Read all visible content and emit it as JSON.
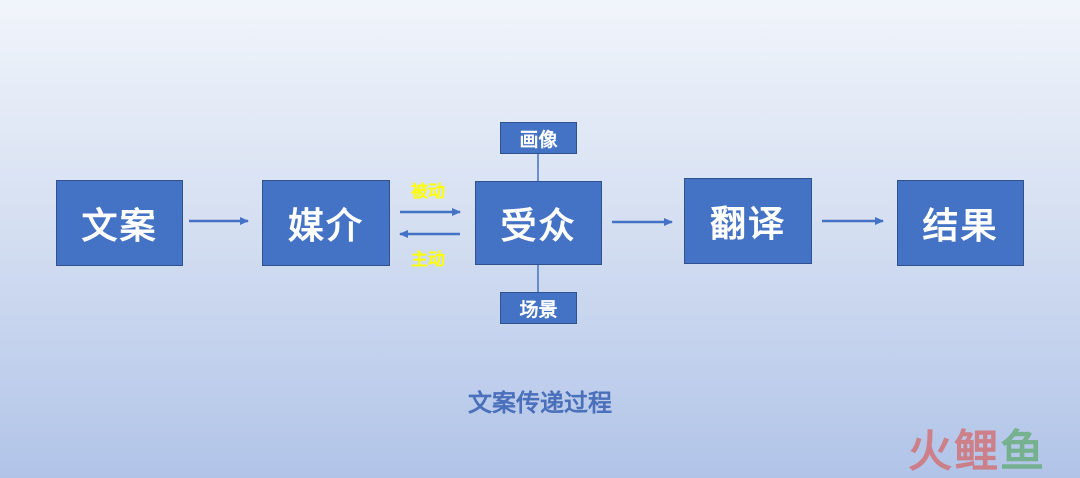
{
  "diagram": {
    "nodes": {
      "copy": "文案",
      "media": "媒介",
      "audience": "受众",
      "translate": "翻译",
      "result": "结果",
      "portrait": "画像",
      "scene": "场景"
    },
    "edges": {
      "passive": "被动",
      "active": "主动"
    },
    "caption": "文案传递过程"
  },
  "watermark": {
    "part1": "火",
    "part2": "鲤",
    "part3": "鱼"
  },
  "colors": {
    "box": "#4472c4",
    "arrow": "#4472c4",
    "flow_label": "#ffff00",
    "caption": "#4a6fbb"
  }
}
